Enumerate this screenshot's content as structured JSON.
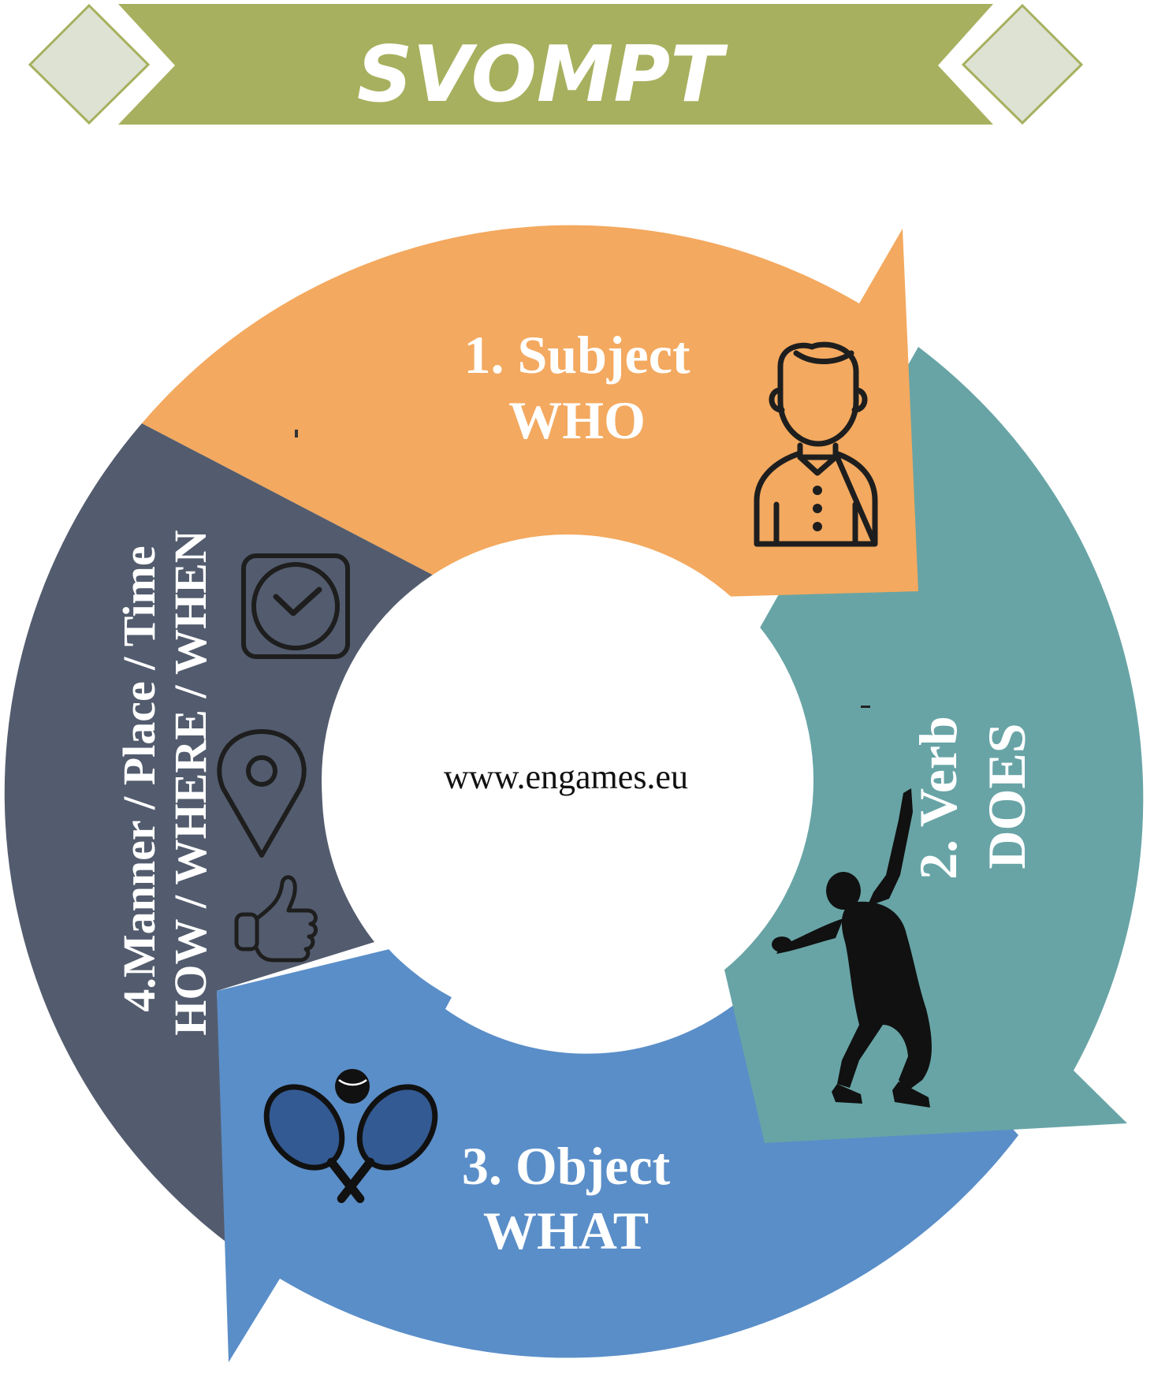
{
  "banner": {
    "title": "SVOMPT"
  },
  "colors": {
    "banner_green": "#a7b05e",
    "diamond_fill": "#dde2d2",
    "diamond_stroke": "#a7b05e",
    "subject_orange": "#f3a95f",
    "verb_teal": "#68a4a6",
    "object_blue": "#5a8ec8",
    "mpt_slate": "#535c6e",
    "icon_dark": "#1e1e1e"
  },
  "segments": {
    "subject": {
      "line1": "1. Subject",
      "line2": "WHO",
      "icon": "person-icon"
    },
    "verb": {
      "line1": "2. Verb",
      "line2": "DOES",
      "icon": "tennis-player-icon"
    },
    "object": {
      "line1": "3. Object",
      "line2": "WHAT",
      "icon": "tennis-rackets-icon"
    },
    "mpt": {
      "line1": "4.Manner / Place / Time",
      "line2": "HOW / WHERE / WHEN",
      "icons": [
        "clock-icon",
        "location-pin-icon",
        "thumbs-up-icon"
      ]
    }
  },
  "center": {
    "url": "www.engames.eu"
  }
}
